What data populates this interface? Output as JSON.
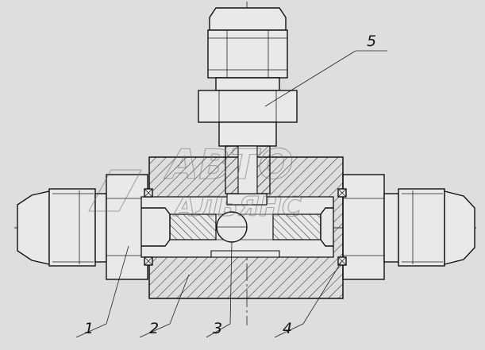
{
  "diagram": {
    "callouts": [
      {
        "id": "1",
        "label": "1"
      },
      {
        "id": "2",
        "label": "2"
      },
      {
        "id": "3",
        "label": "3"
      },
      {
        "id": "4",
        "label": "4"
      },
      {
        "id": "5",
        "label": "5"
      }
    ],
    "watermark": {
      "line1": "АВТО",
      "line2": "АЛЬЯНС"
    }
  }
}
